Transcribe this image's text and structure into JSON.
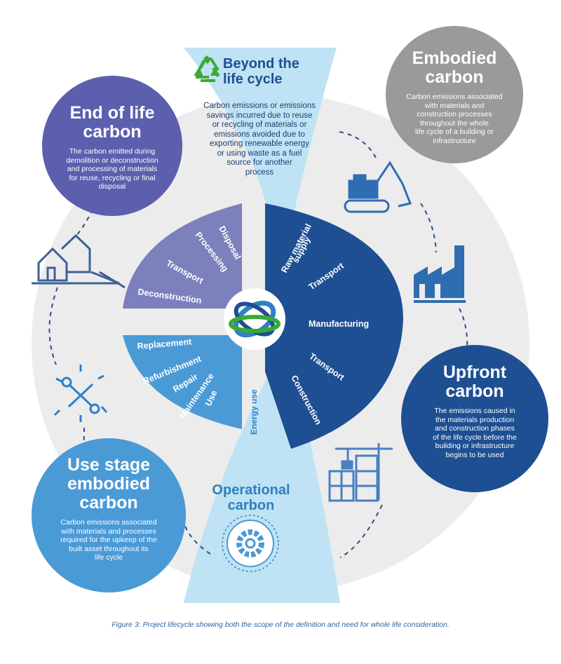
{
  "beyond": {
    "title": "Beyond the\nlife cycle",
    "desc": "Carbon emissions or emissions\nsavings incurred due to reuse\nor  recycling of materials or\nemissions avoided due to\nexporting renewable energy\nor using waste as a fuel\nsource for another\nprocess"
  },
  "embodied": {
    "title": "Embodied\ncarbon",
    "desc": "Carbon emissions associated\nwith materials and\nconstruction processes\nthroughout the whole\nlife cycle of a building or\ninfrastructure"
  },
  "end_of_life": {
    "title": "End of life\ncarbon",
    "desc": "The carbon emitted during\ndemolition or deconstruction\nand processing of materials\nfor reuse, recycling or final\ndisposal"
  },
  "upfront": {
    "title": "Upfront\ncarbon",
    "desc": "The emissions caused in\nthe materials production\nand construction phases\nof the life cycle before the\nbuilding or infrastructure\nbegins to be used"
  },
  "use_stage": {
    "title": "Use stage\nembodied\ncarbon",
    "desc": "Carbon emissions associated\nwith materials and processes\nrequired for the upkeep of the\nbuilt asset throughout its\nlife cycle"
  },
  "operational": {
    "title": "Operational\ncarbon"
  },
  "segments": {
    "end_of_life": [
      "Disposal",
      "Processing",
      "Transport",
      "Deconstruction"
    ],
    "upfront": [
      "Raw material\nsupply",
      "Transport",
      "Manufacturing",
      "Transport",
      "Construction"
    ],
    "use": [
      "Replacement",
      "Refurbishment",
      "Repair",
      "Maintenance",
      "Use"
    ],
    "energy": "Energy use"
  },
  "caption": "Figure 3: Project lifecycle showing both the scope of the definition and need for whole life consideration.",
  "colors": {
    "dark_blue": "#1e4f92",
    "purple": "#5b5fae",
    "purple_light": "#7c80bd",
    "mid_blue": "#2f80c8",
    "light_blue": "#4a9ad6",
    "pale_blue": "#bfe3f4",
    "grey": "#9a9a9a",
    "bg_circle": "#ececec",
    "green": "#3aaa35"
  },
  "icons": [
    "recycle-icon",
    "excavator-icon",
    "factory-icon",
    "crane-building-icon",
    "gear-icon",
    "tools-icon",
    "houses-icon",
    "globe-logo-icon"
  ]
}
